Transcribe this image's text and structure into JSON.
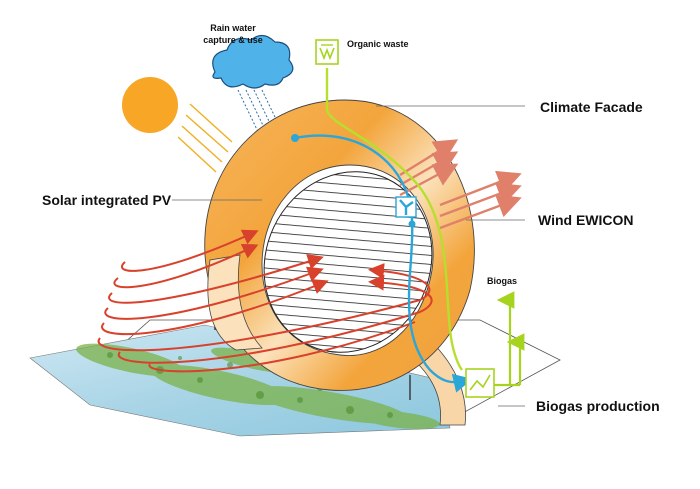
{
  "labels": {
    "rain": [
      "Rain water",
      "capture & use"
    ],
    "organic_waste": "Organic waste",
    "climate_facade": "Climate Facade",
    "solar_pv": "Solar integrated PV",
    "wind": "Wind EWICON",
    "biogas": "Biogas",
    "biogas_production": "Biogas production"
  },
  "colors": {
    "sun": "#f7a626",
    "ring_orange": "#f3a53c",
    "ring_cream": "#fbe2bc",
    "cloud": "#4fb3ea",
    "water_flow": "#2aa6d8",
    "waste_flow": "#b6df2e",
    "wind_arrow": "#d8412c",
    "outflow_arrow": "#e0806a"
  },
  "icons": {
    "organic_waste": "compost-icon",
    "wind": "turbine-icon",
    "biogas_production": "graph-icon"
  }
}
